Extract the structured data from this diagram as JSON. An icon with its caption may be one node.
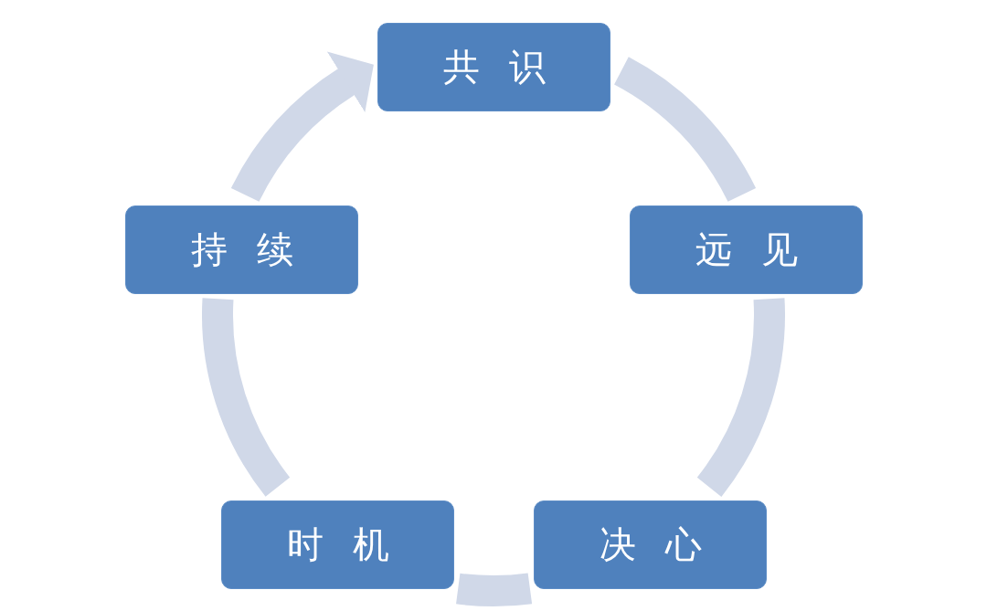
{
  "diagram": {
    "nodes": [
      {
        "text": [
          "共 识"
        ]
      },
      {
        "text": [
          "持 续"
        ]
      },
      {
        "text": [
          "远 见"
        ]
      },
      {
        "text": [
          "时 机"
        ]
      },
      {
        "text": [
          "决 心"
        ]
      }
    ],
    "edges": [
      {
        "from": 0,
        "to": 2,
        "arrow": "none"
      },
      {
        "from": 2,
        "to": 4,
        "arrow": "none"
      },
      {
        "from": 4,
        "to": 3,
        "arrow": "none"
      },
      {
        "from": 3,
        "to": 1,
        "arrow": "none"
      },
      {
        "from": 1,
        "to": 0,
        "arrow": "to"
      }
    ]
  }
}
